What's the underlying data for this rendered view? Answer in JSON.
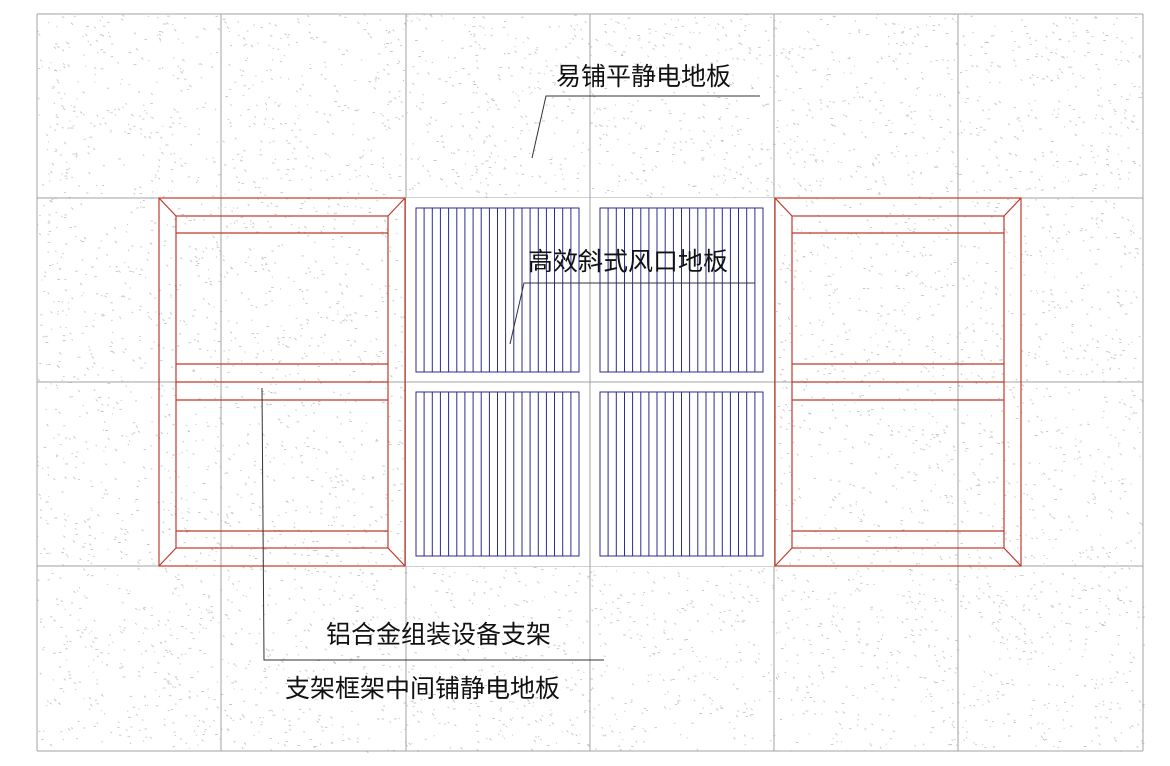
{
  "labels": {
    "easy_floor": "易铺平静电地板",
    "vent_floor": "高效斜式风口地板",
    "bracket": "铝合金组装设备支架",
    "inner_floor": "支架框架中间铺静电地板"
  },
  "colors": {
    "grid": "#a3a3a3",
    "frame": "#c0392b",
    "vent": "#2b2e8f",
    "speckle": "#c4c4c4",
    "leader": "#333333"
  }
}
